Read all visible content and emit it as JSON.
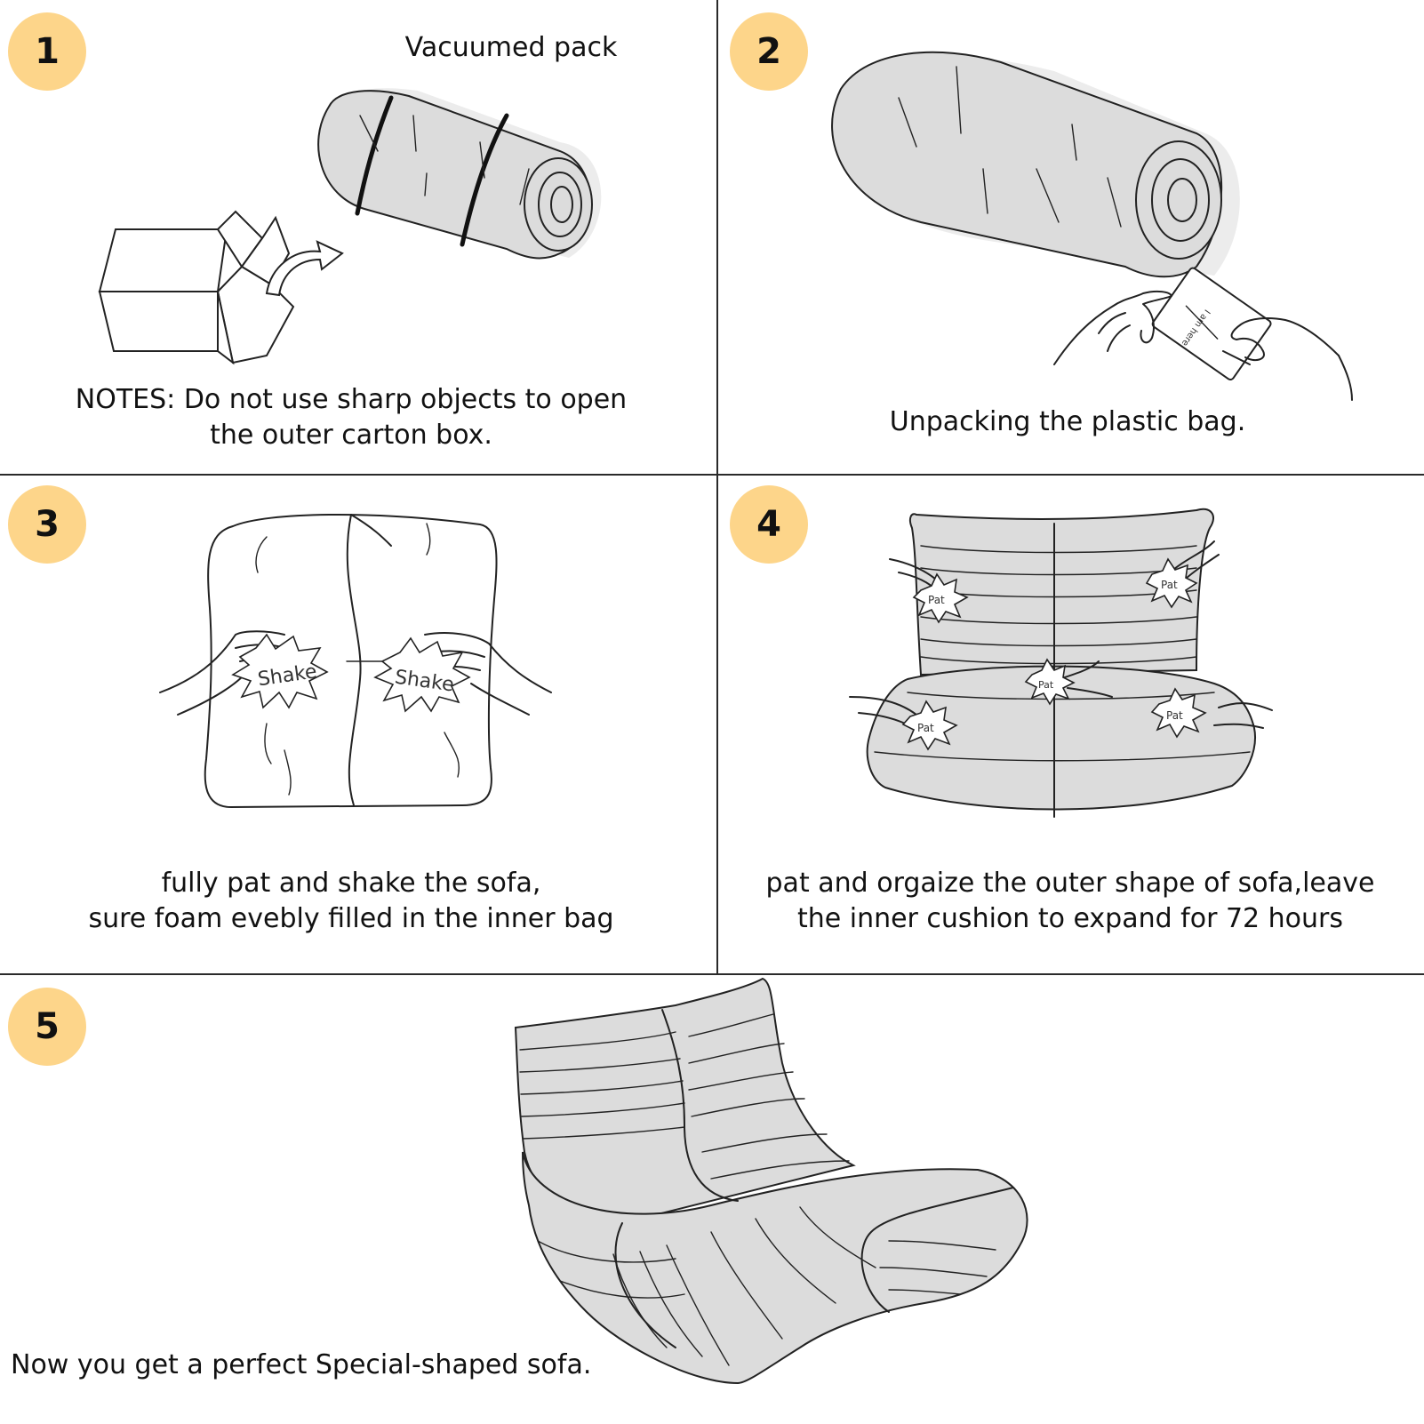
{
  "colors": {
    "badge": "#fdd58a",
    "fill": "#dcdcdc",
    "line": "#222222"
  },
  "steps": [
    {
      "number": "1",
      "title": "Vacuumed pack",
      "caption_lines": [
        "NOTES: Do not use sharp objects to open",
        "the outer carton box."
      ]
    },
    {
      "number": "2",
      "caption_lines": [
        "Unpacking the plastic bag."
      ],
      "card_text": "I am here"
    },
    {
      "number": "3",
      "caption_lines": [
        "fully pat and shake the sofa,",
        "sure foam evebly filled in the inner bag"
      ],
      "burst_label": "Shake"
    },
    {
      "number": "4",
      "caption_lines": [
        "pat and orgaize the outer shape of sofa,leave",
        "the inner cushion to expand for 72 hours"
      ],
      "burst_label": "Pat"
    },
    {
      "number": "5",
      "caption_lines": [
        "Now you get a perfect Special-shaped sofa."
      ]
    }
  ]
}
